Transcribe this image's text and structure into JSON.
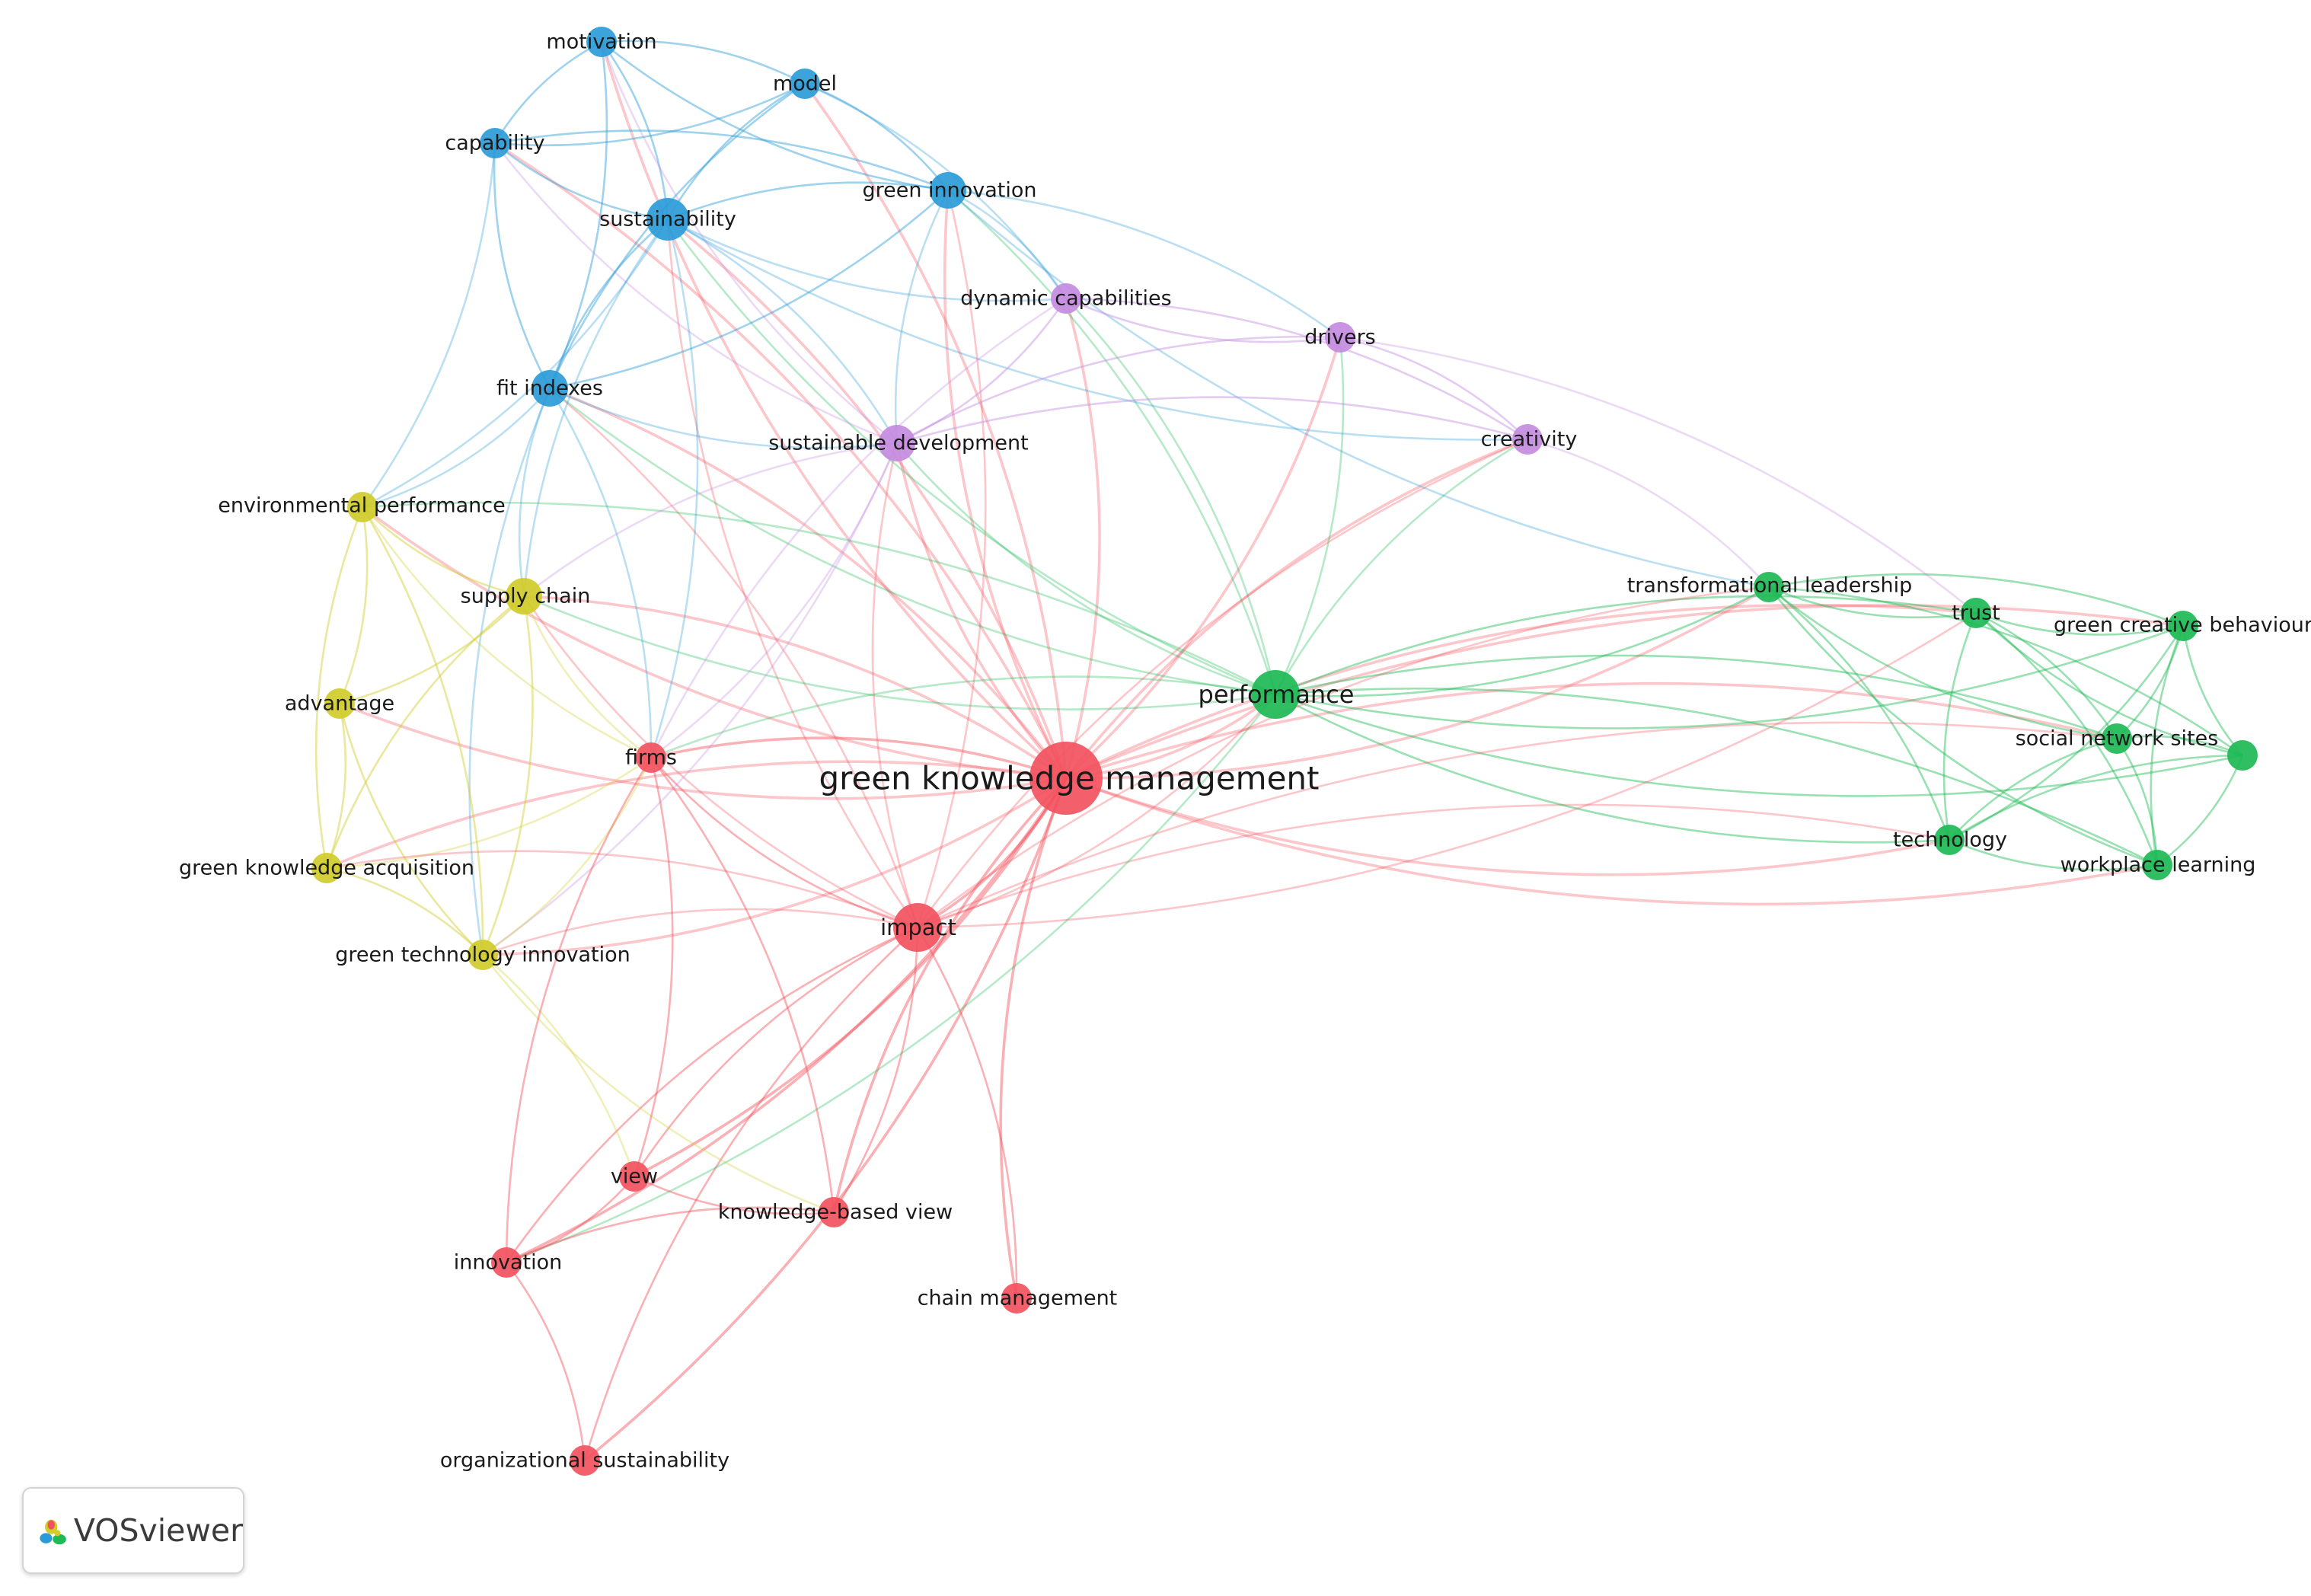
{
  "diagram": {
    "clusters": {
      "red": "#f2525e",
      "green": "#1dba55",
      "blue": "#2b9bd8",
      "yellow": "#d0cc2a",
      "purple": "#c48be0"
    },
    "nodes": [
      {
        "id": "gkm",
        "label": "green knowledge management",
        "cluster": "red",
        "weight": 10
      },
      {
        "id": "performance",
        "label": "performance",
        "cluster": "green",
        "weight": 6
      },
      {
        "id": "impact",
        "label": "impact",
        "cluster": "red",
        "weight": 6
      },
      {
        "id": "firms",
        "label": "firms",
        "cluster": "red",
        "weight": 3
      },
      {
        "id": "view",
        "label": "view",
        "cluster": "red",
        "weight": 3
      },
      {
        "id": "kbv",
        "label": "knowledge-based view",
        "cluster": "red",
        "weight": 3
      },
      {
        "id": "innovation",
        "label": "innovation",
        "cluster": "red",
        "weight": 3
      },
      {
        "id": "chain",
        "label": "chain management",
        "cluster": "red",
        "weight": 3
      },
      {
        "id": "orgsus",
        "label": "organizational sustainability",
        "cluster": "red",
        "weight": 3
      },
      {
        "id": "motivation",
        "label": "motivation",
        "cluster": "blue",
        "weight": 3
      },
      {
        "id": "model",
        "label": "model",
        "cluster": "blue",
        "weight": 3
      },
      {
        "id": "capability",
        "label": "capability",
        "cluster": "blue",
        "weight": 3
      },
      {
        "id": "greeninnov",
        "label": "green innovation",
        "cluster": "blue",
        "weight": 4
      },
      {
        "id": "sustainability",
        "label": "sustainability",
        "cluster": "blue",
        "weight": 5
      },
      {
        "id": "fit",
        "label": "fit indexes",
        "cluster": "blue",
        "weight": 4
      },
      {
        "id": "dyncap",
        "label": "dynamic capabilities",
        "cluster": "purple",
        "weight": 3
      },
      {
        "id": "drivers",
        "label": "drivers",
        "cluster": "purple",
        "weight": 3
      },
      {
        "id": "creativity",
        "label": "creativity",
        "cluster": "purple",
        "weight": 3
      },
      {
        "id": "susdev",
        "label": "sustainable development",
        "cluster": "purple",
        "weight": 4
      },
      {
        "id": "envperf",
        "label": "environmental performance",
        "cluster": "yellow",
        "weight": 3
      },
      {
        "id": "supply",
        "label": "supply chain",
        "cluster": "yellow",
        "weight": 4
      },
      {
        "id": "advantage",
        "label": "advantage",
        "cluster": "yellow",
        "weight": 3
      },
      {
        "id": "gka",
        "label": "green knowledge acquisition",
        "cluster": "yellow",
        "weight": 3
      },
      {
        "id": "gti",
        "label": "green technology innovation",
        "cluster": "yellow",
        "weight": 3
      },
      {
        "id": "transform",
        "label": "transformational leadership",
        "cluster": "green",
        "weight": 3
      },
      {
        "id": "trust",
        "label": "trust",
        "cluster": "green",
        "weight": 3
      },
      {
        "id": "gcb",
        "label": "green creative behaviour",
        "cluster": "green",
        "weight": 3
      },
      {
        "id": "sns",
        "label": "social network sites",
        "cluster": "green",
        "weight": 3
      },
      {
        "id": "unlabeled",
        "label": "",
        "cluster": "green",
        "weight": 3
      },
      {
        "id": "technology",
        "label": "technology",
        "cluster": "green",
        "weight": 3
      },
      {
        "id": "workplace",
        "label": "workplace learning",
        "cluster": "green",
        "weight": 3
      }
    ],
    "edges": [
      [
        "gkm",
        "performance"
      ],
      [
        "gkm",
        "impact"
      ],
      [
        "gkm",
        "firms"
      ],
      [
        "gkm",
        "view"
      ],
      [
        "gkm",
        "kbv"
      ],
      [
        "gkm",
        "innovation"
      ],
      [
        "gkm",
        "chain"
      ],
      [
        "gkm",
        "orgsus"
      ],
      [
        "gkm",
        "sustainability"
      ],
      [
        "gkm",
        "greeninnov"
      ],
      [
        "gkm",
        "dyncap"
      ],
      [
        "gkm",
        "susdev"
      ],
      [
        "gkm",
        "fit"
      ],
      [
        "gkm",
        "creativity"
      ],
      [
        "gkm",
        "drivers"
      ],
      [
        "gkm",
        "envperf"
      ],
      [
        "gkm",
        "supply"
      ],
      [
        "gkm",
        "advantage"
      ],
      [
        "gkm",
        "gka"
      ],
      [
        "gkm",
        "gti"
      ],
      [
        "gkm",
        "transform"
      ],
      [
        "gkm",
        "trust"
      ],
      [
        "gkm",
        "technology"
      ],
      [
        "gkm",
        "sns"
      ],
      [
        "gkm",
        "workplace"
      ],
      [
        "gkm",
        "gcb"
      ],
      [
        "gkm",
        "capability"
      ],
      [
        "gkm",
        "motivation"
      ],
      [
        "gkm",
        "model"
      ],
      [
        "impact",
        "firms"
      ],
      [
        "impact",
        "view"
      ],
      [
        "impact",
        "kbv"
      ],
      [
        "impact",
        "innovation"
      ],
      [
        "impact",
        "chain"
      ],
      [
        "impact",
        "orgsus"
      ],
      [
        "impact",
        "sustainability"
      ],
      [
        "impact",
        "greeninnov"
      ],
      [
        "impact",
        "susdev"
      ],
      [
        "impact",
        "performance"
      ],
      [
        "impact",
        "supply"
      ],
      [
        "impact",
        "gti"
      ],
      [
        "impact",
        "technology"
      ],
      [
        "impact",
        "fit"
      ],
      [
        "performance",
        "sustainability"
      ],
      [
        "performance",
        "greeninnov"
      ],
      [
        "performance",
        "susdev"
      ],
      [
        "performance",
        "transform"
      ],
      [
        "performance",
        "trust"
      ],
      [
        "performance",
        "gcb"
      ],
      [
        "performance",
        "sns"
      ],
      [
        "performance",
        "technology"
      ],
      [
        "performance",
        "workplace"
      ],
      [
        "performance",
        "unlabeled"
      ],
      [
        "performance",
        "creativity"
      ],
      [
        "performance",
        "drivers"
      ],
      [
        "performance",
        "fit"
      ],
      [
        "performance",
        "envperf"
      ],
      [
        "performance",
        "supply"
      ],
      [
        "performance",
        "firms"
      ],
      [
        "performance",
        "innovation"
      ],
      [
        "performance",
        "dyncap"
      ],
      [
        "motivation",
        "model"
      ],
      [
        "motivation",
        "capability"
      ],
      [
        "motivation",
        "sustainability"
      ],
      [
        "motivation",
        "greeninnov"
      ],
      [
        "motivation",
        "fit"
      ],
      [
        "motivation",
        "susdev"
      ],
      [
        "model",
        "capability"
      ],
      [
        "model",
        "sustainability"
      ],
      [
        "model",
        "greeninnov"
      ],
      [
        "model",
        "fit"
      ],
      [
        "model",
        "dyncap"
      ],
      [
        "capability",
        "sustainability"
      ],
      [
        "capability",
        "greeninnov"
      ],
      [
        "capability",
        "fit"
      ],
      [
        "capability",
        "envperf"
      ],
      [
        "capability",
        "susdev"
      ],
      [
        "sustainability",
        "greeninnov"
      ],
      [
        "sustainability",
        "fit"
      ],
      [
        "sustainability",
        "susdev"
      ],
      [
        "sustainability",
        "dyncap"
      ],
      [
        "sustainability",
        "envperf"
      ],
      [
        "sustainability",
        "supply"
      ],
      [
        "sustainability",
        "firms"
      ],
      [
        "sustainability",
        "creativity"
      ],
      [
        "greeninnov",
        "fit"
      ],
      [
        "greeninnov",
        "susdev"
      ],
      [
        "greeninnov",
        "dyncap"
      ],
      [
        "greeninnov",
        "transform"
      ],
      [
        "greeninnov",
        "drivers"
      ],
      [
        "fit",
        "susdev"
      ],
      [
        "fit",
        "envperf"
      ],
      [
        "fit",
        "supply"
      ],
      [
        "fit",
        "firms"
      ],
      [
        "fit",
        "gti"
      ],
      [
        "dyncap",
        "susdev"
      ],
      [
        "dyncap",
        "drivers"
      ],
      [
        "dyncap",
        "creativity"
      ],
      [
        "dyncap",
        "firms"
      ],
      [
        "drivers",
        "creativity"
      ],
      [
        "drivers",
        "susdev"
      ],
      [
        "drivers",
        "trust"
      ],
      [
        "creativity",
        "susdev"
      ],
      [
        "creativity",
        "transform"
      ],
      [
        "creativity",
        "impact"
      ],
      [
        "susdev",
        "firms"
      ],
      [
        "susdev",
        "supply"
      ],
      [
        "susdev",
        "gti"
      ],
      [
        "envperf",
        "supply"
      ],
      [
        "envperf",
        "advantage"
      ],
      [
        "envperf",
        "gka"
      ],
      [
        "envperf",
        "gti"
      ],
      [
        "envperf",
        "firms"
      ],
      [
        "supply",
        "advantage"
      ],
      [
        "supply",
        "gka"
      ],
      [
        "supply",
        "gti"
      ],
      [
        "supply",
        "firms"
      ],
      [
        "advantage",
        "gka"
      ],
      [
        "advantage",
        "gti"
      ],
      [
        "gka",
        "gti"
      ],
      [
        "gka",
        "firms"
      ],
      [
        "gka",
        "impact"
      ],
      [
        "gti",
        "firms"
      ],
      [
        "gti",
        "view"
      ],
      [
        "gti",
        "kbv"
      ],
      [
        "firms",
        "view"
      ],
      [
        "firms",
        "innovation"
      ],
      [
        "firms",
        "kbv"
      ],
      [
        "view",
        "kbv"
      ],
      [
        "view",
        "innovation"
      ],
      [
        "kbv",
        "innovation"
      ],
      [
        "innovation",
        "orgsus"
      ],
      [
        "transform",
        "trust"
      ],
      [
        "transform",
        "gcb"
      ],
      [
        "transform",
        "sns"
      ],
      [
        "transform",
        "technology"
      ],
      [
        "transform",
        "workplace"
      ],
      [
        "transform",
        "unlabeled"
      ],
      [
        "trust",
        "gcb"
      ],
      [
        "trust",
        "sns"
      ],
      [
        "trust",
        "technology"
      ],
      [
        "trust",
        "workplace"
      ],
      [
        "trust",
        "unlabeled"
      ],
      [
        "gcb",
        "sns"
      ],
      [
        "gcb",
        "unlabeled"
      ],
      [
        "gcb",
        "technology"
      ],
      [
        "gcb",
        "workplace"
      ],
      [
        "sns",
        "unlabeled"
      ],
      [
        "sns",
        "technology"
      ],
      [
        "sns",
        "workplace"
      ],
      [
        "unlabeled",
        "technology"
      ],
      [
        "unlabeled",
        "workplace"
      ],
      [
        "technology",
        "workplace"
      ],
      [
        "impact",
        "transform"
      ],
      [
        "impact",
        "trust"
      ],
      [
        "impact",
        "sns"
      ]
    ]
  },
  "badge": {
    "text": "VOSviewer",
    "icon": "vosviewer-logo-icon"
  }
}
